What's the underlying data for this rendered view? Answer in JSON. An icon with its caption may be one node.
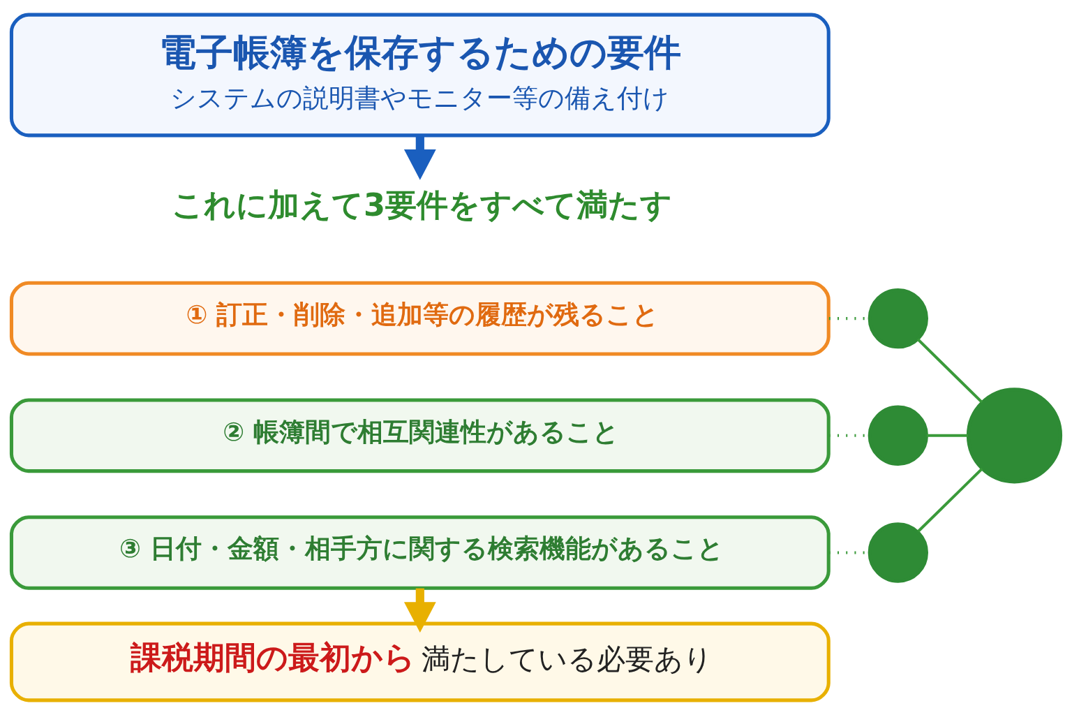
{
  "diagram": {
    "nodes": [
      {
        "text": [
          "電子帳簿を保存するための要件",
          "システムの説明書やモニター等の備え付け"
        ]
      },
      {
        "text": [
          "これに加えて3要件をすべて満たす"
        ]
      },
      {
        "text": [
          "① 訂正・削除・追加等の履歴が残ること"
        ]
      },
      {
        "text": [
          "② 帳簿間で相互関連性があること"
        ]
      },
      {
        "text": [
          "③ 日付・金額・相手方に関する検索機能があること"
        ]
      },
      {
        "text": [],
        "shape": "circle"
      },
      {
        "text": [],
        "shape": "circle"
      },
      {
        "text": [],
        "shape": "circle"
      },
      {
        "text": [],
        "shape": "circle"
      },
      {
        "text": [
          "課税期間の最初から",
          "満たしている必要あり"
        ]
      }
    ],
    "edges": [
      {
        "from": 0,
        "to": 1,
        "arrow": "to",
        "style": "thick",
        "color": "#1a5fbf"
      },
      {
        "from": 2,
        "to": 5,
        "arrow": "none",
        "style": "dashed"
      },
      {
        "from": 3,
        "to": 6,
        "arrow": "none",
        "style": "dashed"
      },
      {
        "from": 4,
        "to": 7,
        "arrow": "none",
        "style": "dashed"
      },
      {
        "from": 5,
        "to": 8,
        "arrow": "none"
      },
      {
        "from": 6,
        "to": 8,
        "arrow": "none"
      },
      {
        "from": 7,
        "to": 8,
        "arrow": "none"
      },
      {
        "from": 4,
        "to": 9,
        "arrow": "to",
        "style": "thick",
        "color": "#e8b000"
      }
    ]
  }
}
